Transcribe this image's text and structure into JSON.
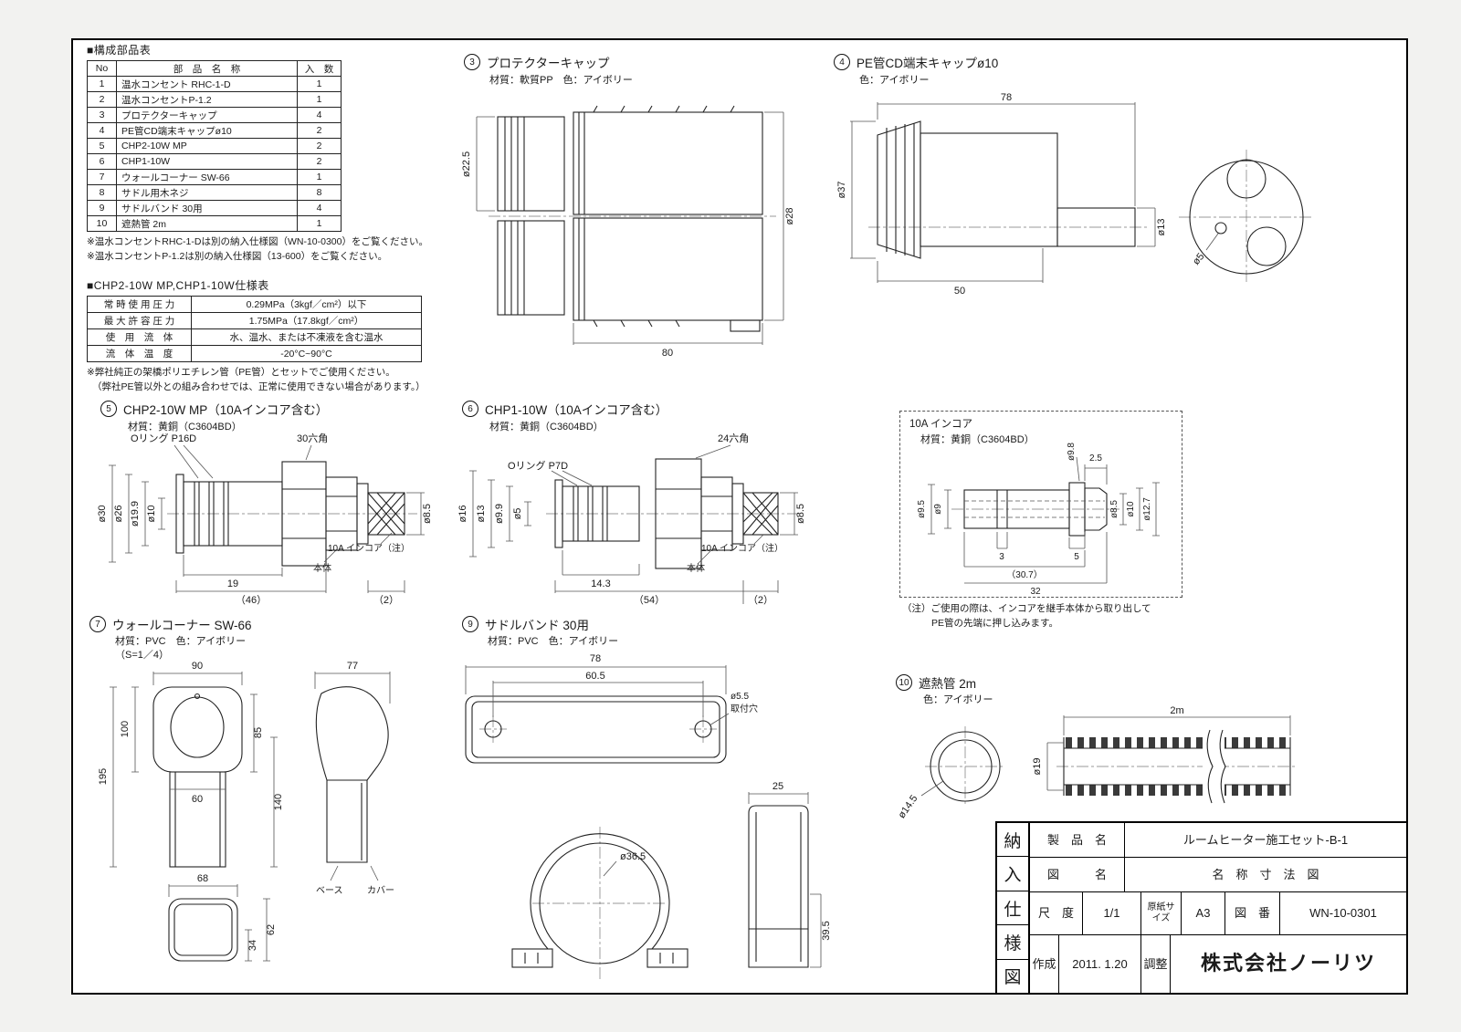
{
  "parts_table": {
    "title": "■構成部品表",
    "col_no": "No",
    "col_name": "部　品　名　称",
    "col_qty": "入　数",
    "rows": [
      {
        "no": "1",
        "name": "温水コンセント RHC-1-D",
        "qty": "1"
      },
      {
        "no": "2",
        "name": "温水コンセントP-1.2",
        "qty": "1"
      },
      {
        "no": "3",
        "name": "プロテクターキャップ",
        "qty": "4"
      },
      {
        "no": "4",
        "name": "PE管CD端末キャップø10",
        "qty": "2"
      },
      {
        "no": "5",
        "name": "CHP2-10W MP",
        "qty": "2"
      },
      {
        "no": "6",
        "name": "CHP1-10W",
        "qty": "2"
      },
      {
        "no": "7",
        "name": "ウォールコーナー SW-66",
        "qty": "1"
      },
      {
        "no": "8",
        "name": "サドル用木ネジ",
        "qty": "8"
      },
      {
        "no": "9",
        "name": "サドルバンド 30用",
        "qty": "4"
      },
      {
        "no": "10",
        "name": "遮熱管 2m",
        "qty": "1"
      }
    ],
    "note1": "※温水コンセントRHC-1-Dは別の納入仕様図（WN-10-0300）をご覧ください。",
    "note2": "※温水コンセントP-1.2は別の納入仕様図（13-600）をご覧ください。"
  },
  "spec_table": {
    "title": "■CHP2-10W MP,CHP1-10W仕様表",
    "r1l": "常 時 使 用 圧 力",
    "r1v": "0.29MPa（3kgf／cm²）以下",
    "r2l": "最 大 許 容 圧 力",
    "r2v": "1.75MPa（17.8kgf／cm²）",
    "r3l": "使　用　流　体",
    "r3v": "水、温水、または不凍液を含む温水",
    "r4l": "流　体　温　度",
    "r4v": "-20°C~90°C",
    "note1": "※弊社純正の架橋ポリエチレン管（PE管）とセットでご使用ください。",
    "note2": "（弊社PE管以外との組み合わせでは、正常に使用できない場合があります。）"
  },
  "sec3": {
    "num": "3",
    "title": "プロテクターキャップ",
    "material": "材質：軟質PP　色：アイボリー",
    "d225": "ø22.5",
    "d28": "ø28",
    "l80": "80"
  },
  "sec4": {
    "num": "4",
    "title": "PE管CD端末キャップø10",
    "material": "色：アイボリー",
    "l78": "78",
    "d37": "ø37",
    "d13": "ø13",
    "l50": "50",
    "d5": "ø5"
  },
  "sec5": {
    "num": "5",
    "title": "CHP2-10W MP（10Aインコア含む）",
    "material": "材質：黄銅（C3604BD）",
    "oring": "Oリング P16D",
    "hex": "30六角",
    "incore": "10A インコア（注）",
    "body": "本体",
    "d30": "ø30",
    "d26": "ø26",
    "d199": "ø19.9",
    "d10": "ø10",
    "d85": "ø8.5",
    "l19": "19",
    "l46": "（46）",
    "l2": "（2）"
  },
  "sec6": {
    "num": "6",
    "title": "CHP1-10W（10Aインコア含む）",
    "material": "材質：黄銅（C3604BD）",
    "oring": "Oリング P7D",
    "hex": "24六角",
    "incore": "10A インコア（注）",
    "body": "本体",
    "d16": "ø16",
    "d13": "ø13",
    "d99": "ø9.9",
    "d5": "ø5",
    "d85": "ø8.5",
    "l143": "14.3",
    "l54": "（54）",
    "l2": "（2）"
  },
  "incore": {
    "title": "10A インコア",
    "material": "材質：黄銅（C3604BD）",
    "d98": "ø9.8",
    "l25": "2.5",
    "d95": "ø9.5",
    "d9": "ø9",
    "d85": "ø8.5",
    "d10": "ø10",
    "d127": "ø12.7",
    "l3": "3",
    "l5": "5",
    "l307": "（30.7）",
    "l32": "32",
    "note1": "（注）ご使用の際は、インコアを継手本体から取り出して",
    "note2": "PE管の先端に押し込みます。"
  },
  "sec7": {
    "num": "7",
    "title": "ウォールコーナー SW-66",
    "material": "材質：PVC　色：アイボリー",
    "scale": "（S=1／4）",
    "base": "ベース",
    "cover": "カバー",
    "l90": "90",
    "l77": "77",
    "l100": "100",
    "l195": "195",
    "l85": "85",
    "l140": "140",
    "l60": "60",
    "l68": "68",
    "l34": "34",
    "l62": "62"
  },
  "sec9": {
    "num": "9",
    "title": "サドルバンド 30用",
    "material": "材質：PVC　色：アイボリー",
    "l78": "78",
    "l605": "60.5",
    "d55": "ø5.5",
    "hole": "取付穴",
    "l25": "25",
    "d365": "ø36.5",
    "l395": "39.5"
  },
  "sec10": {
    "num": "10",
    "title": "遮熱管 2m",
    "material": "色：アイボリー",
    "len": "2m",
    "d19": "ø19",
    "d145": "ø14.5"
  },
  "title_block": {
    "v1": "納",
    "v2": "入",
    "v3": "仕",
    "v4": "様",
    "v5": "図",
    "product_label": "製　品　名",
    "product_name": "ルームヒーター施工セット-B-1",
    "drawing_label": "図　　　名",
    "drawing_name": "名　称　寸　法　図",
    "scale_label": "尺　度",
    "scale_value": "1/1",
    "paper_label": "原紙サイズ",
    "paper_value": "A3",
    "number_label": "図　番",
    "number_value": "WN-10-0301",
    "created_label": "作成",
    "created_value": "2011. 1.20",
    "adjust_label": "調整",
    "company": "株式会社ノーリツ"
  }
}
